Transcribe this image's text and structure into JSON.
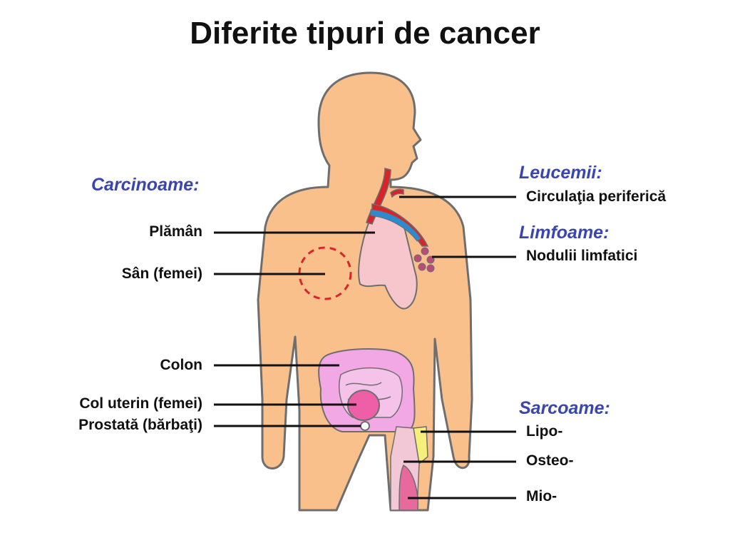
{
  "title": "Diferite tipuri de cancer",
  "categories": {
    "carcinoame": "Carcinoame:",
    "leucemii": "Leucemii:",
    "limfoame": "Limfoame:",
    "sarcoame": "Sarcoame:"
  },
  "labels": {
    "plaman": "Plămân",
    "san": "Sân (femei)",
    "colon": "Colon",
    "col_uterin": "Col uterin (femei)",
    "prostata": "Prostată (bărbaţi)",
    "circulatia": "Circulaţia periferică",
    "nodulii": "Nodulii limfatici",
    "lipo": "Lipo-",
    "osteo": "Osteo-",
    "mio": "Mio-"
  },
  "colors": {
    "category": "#3a46b0",
    "skin": "#f9c08c",
    "outline": "#6e6e6e",
    "lung": "#f7c5cc",
    "intestine": "#f2a8e4",
    "uterus": "#ef5fa7",
    "artery": "#d8232a",
    "vein": "#2b8ad0",
    "breast_marker": "#d9242a",
    "lymph_node": "#b84b78",
    "fat": "#f6f07a",
    "bone": "#f2c8d6",
    "muscle": "#e86a9d"
  }
}
